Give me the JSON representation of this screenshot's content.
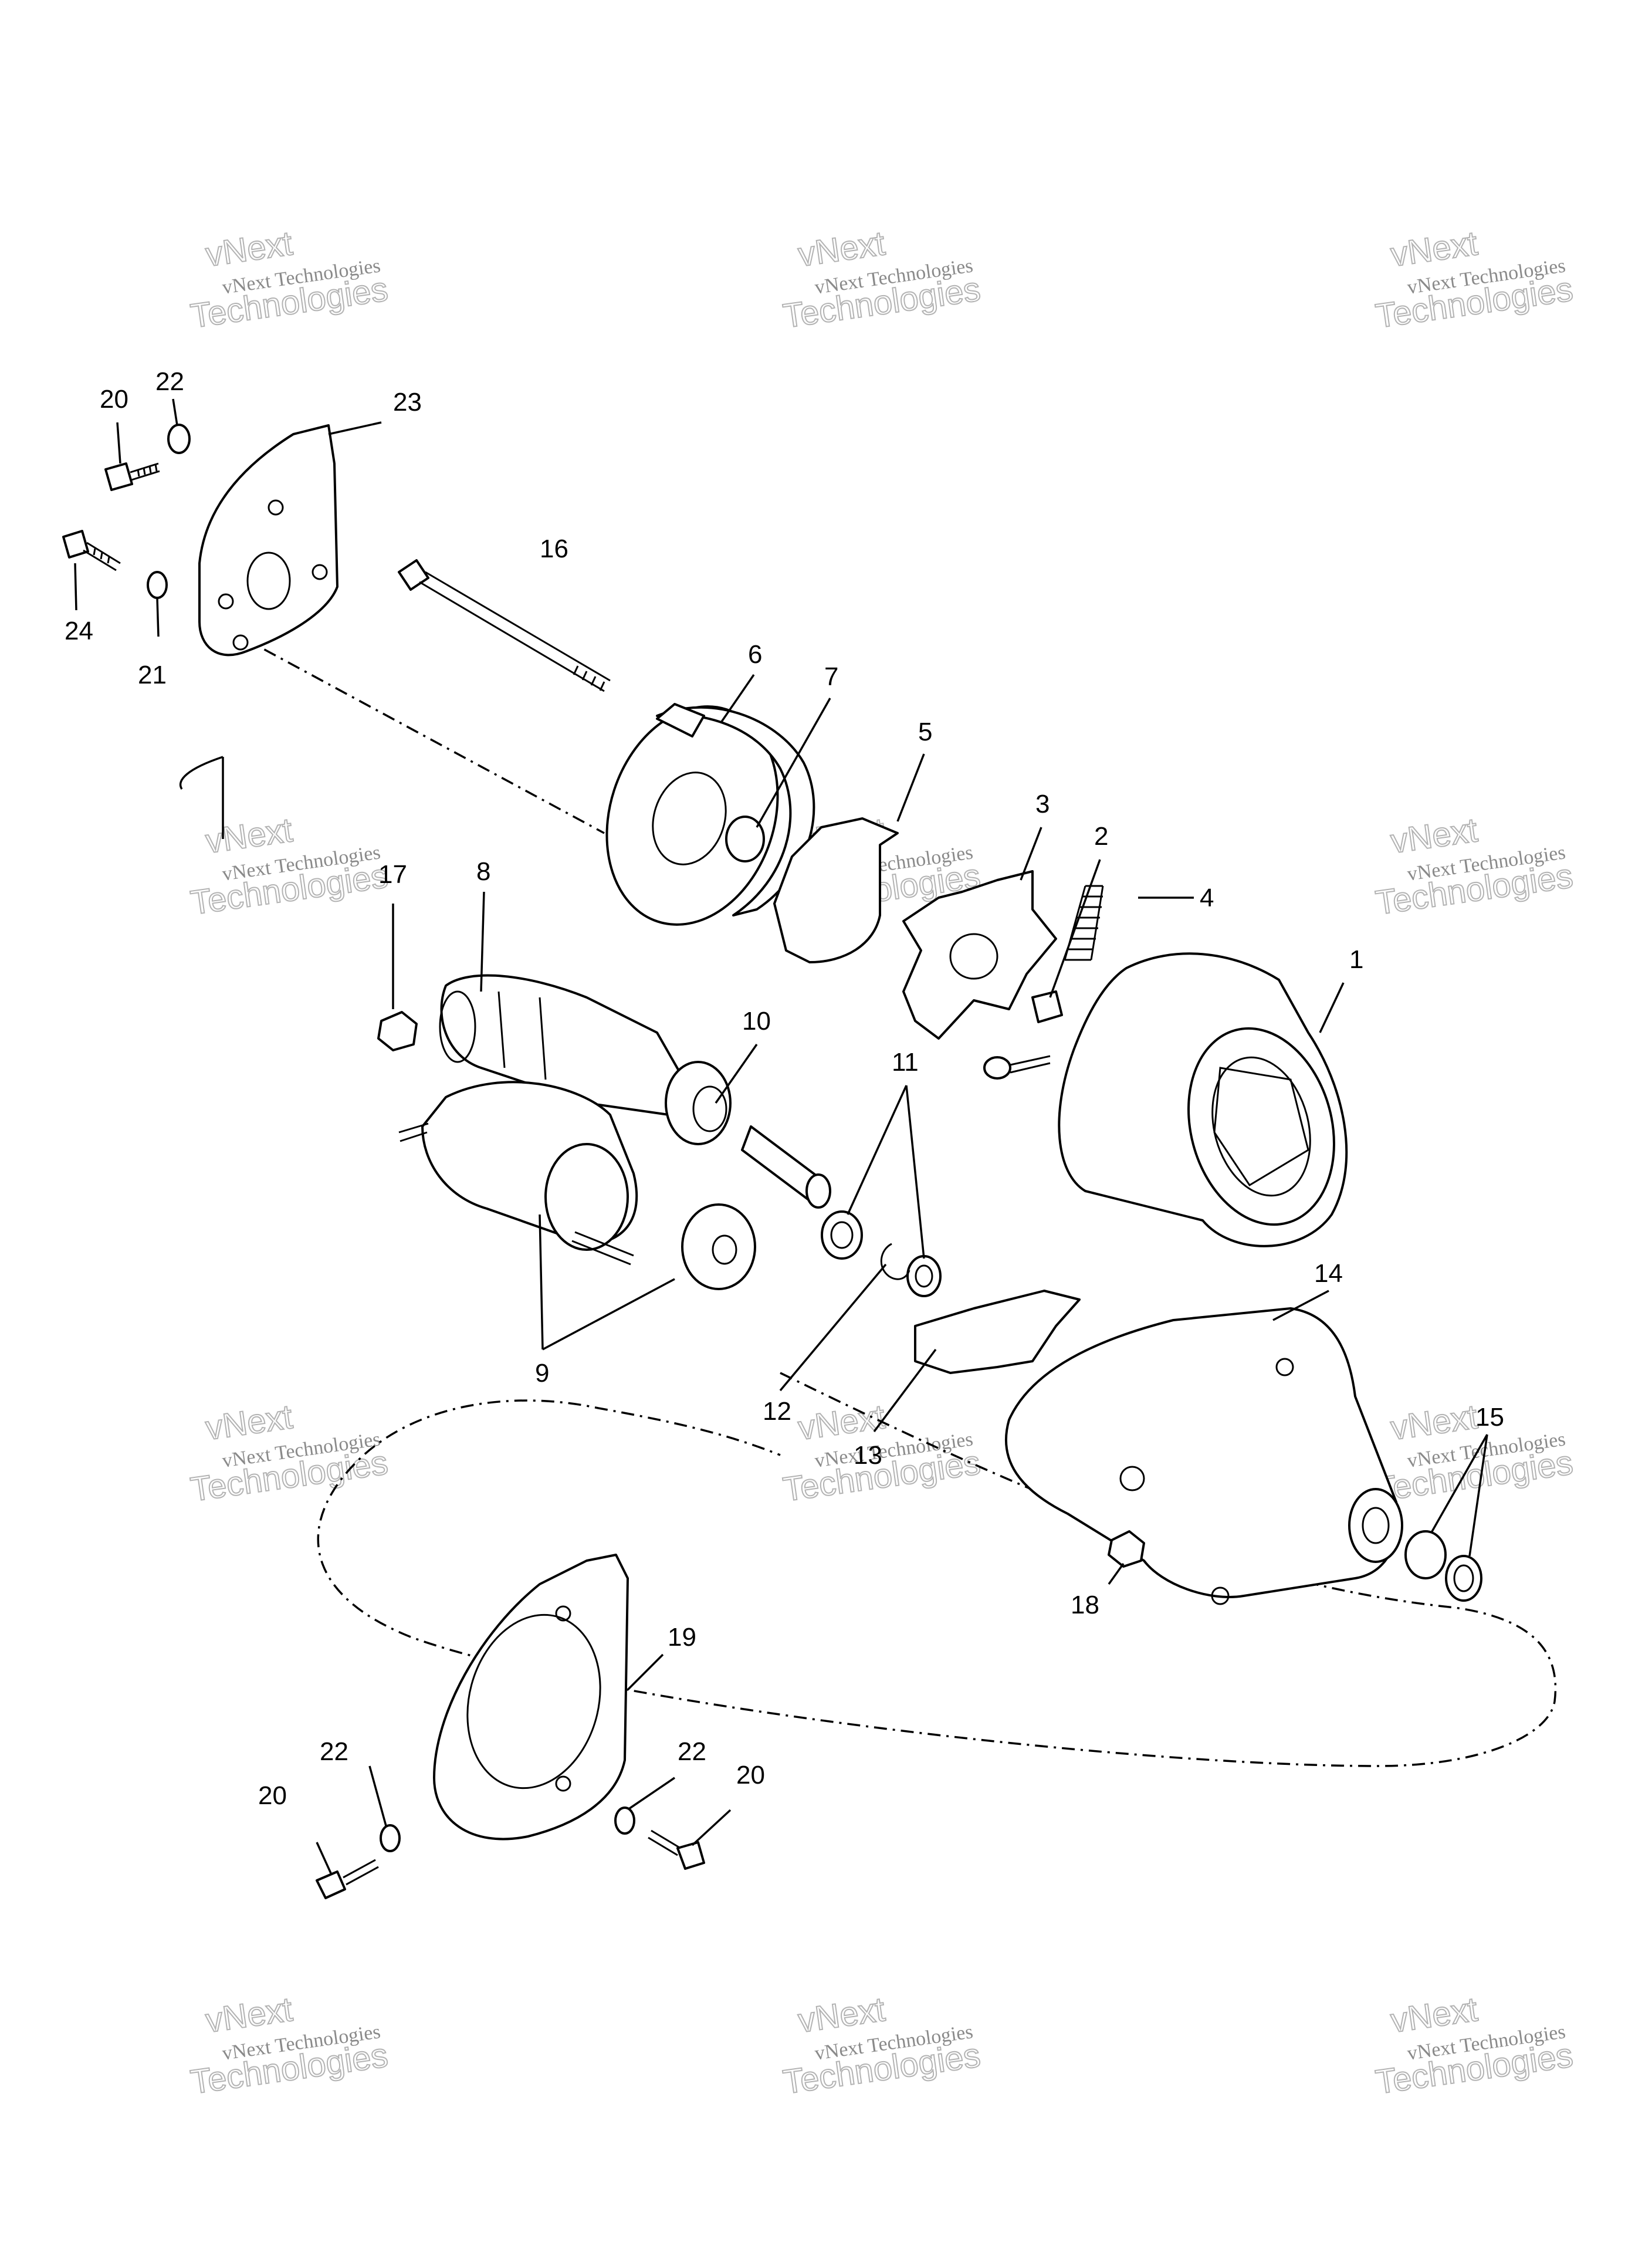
{
  "watermark": {
    "line1": "vNext",
    "line2": "vNext Technologies",
    "line3": "Technologies"
  },
  "callouts": [
    {
      "id": "c1",
      "text": "1"
    },
    {
      "id": "c2",
      "text": "2"
    },
    {
      "id": "c3",
      "text": "3"
    },
    {
      "id": "c4",
      "text": "4"
    },
    {
      "id": "c5",
      "text": "5"
    },
    {
      "id": "c6",
      "text": "6"
    },
    {
      "id": "c7",
      "text": "7"
    },
    {
      "id": "c8",
      "text": "8"
    },
    {
      "id": "c9",
      "text": "9"
    },
    {
      "id": "c10",
      "text": "10"
    },
    {
      "id": "c11",
      "text": "11"
    },
    {
      "id": "c12",
      "text": "12"
    },
    {
      "id": "c13",
      "text": "13"
    },
    {
      "id": "c14",
      "text": "14"
    },
    {
      "id": "c15",
      "text": "15"
    },
    {
      "id": "c16",
      "text": "16"
    },
    {
      "id": "c17",
      "text": "17"
    },
    {
      "id": "c18",
      "text": "18"
    },
    {
      "id": "c19",
      "text": "19"
    },
    {
      "id": "c20a",
      "text": "20"
    },
    {
      "id": "c20b",
      "text": "20"
    },
    {
      "id": "c20c",
      "text": "20"
    },
    {
      "id": "c21",
      "text": "21"
    },
    {
      "id": "c22a",
      "text": "22"
    },
    {
      "id": "c22b",
      "text": "22"
    },
    {
      "id": "c22c",
      "text": "22"
    },
    {
      "id": "c23",
      "text": "23"
    },
    {
      "id": "c24",
      "text": "24"
    }
  ]
}
